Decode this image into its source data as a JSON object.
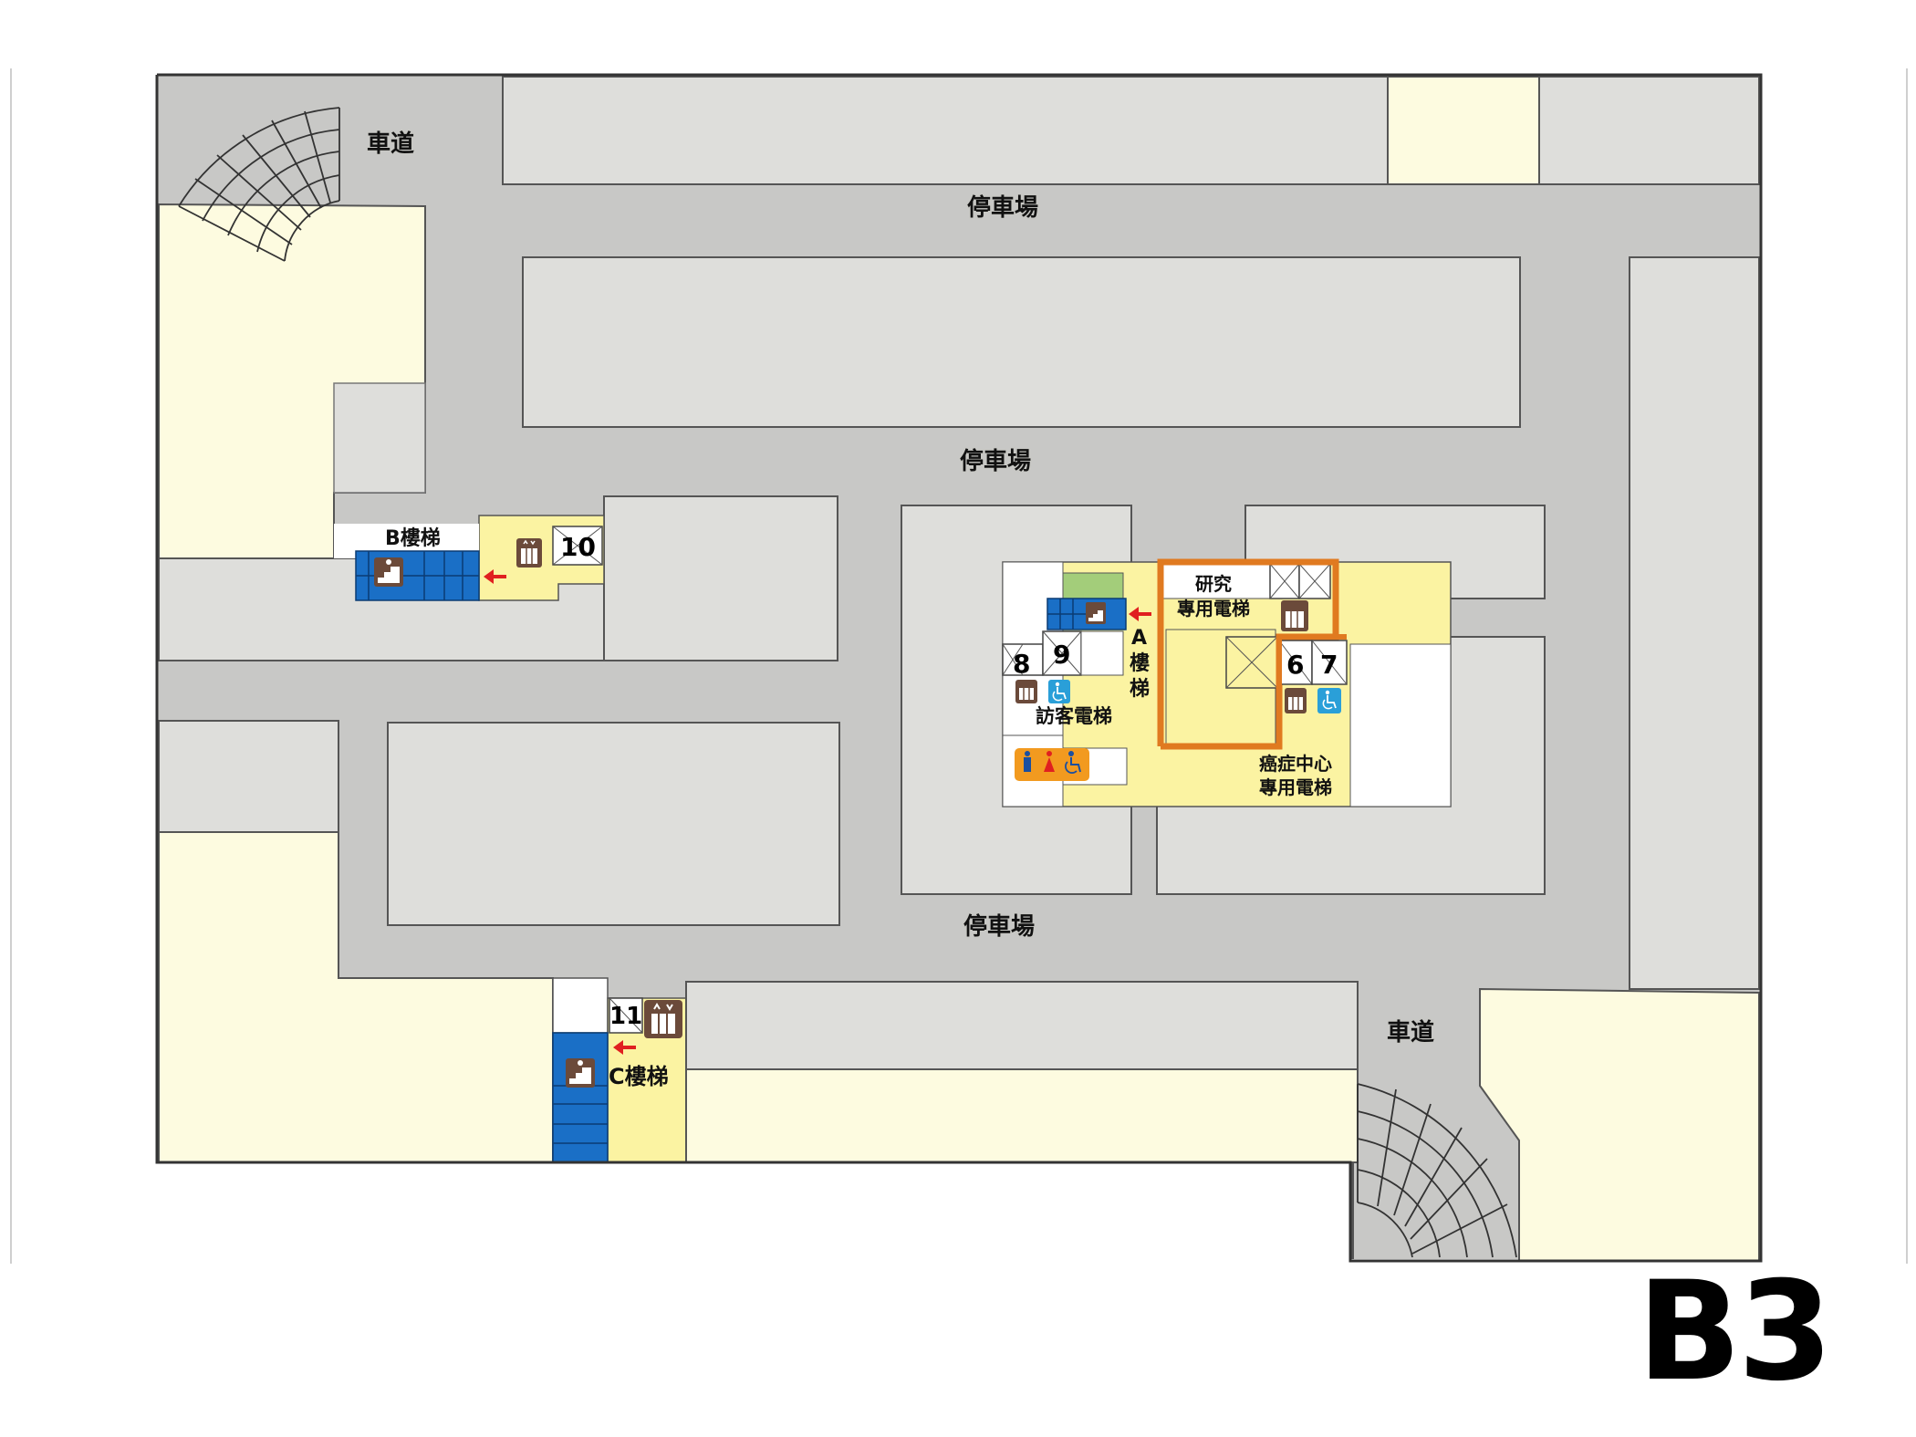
{
  "floor_label": "B3",
  "labels": {
    "driveway_top": "車道",
    "driveway_bottom": "車道",
    "parking_top": "停車場",
    "parking_middle": "停車場",
    "parking_bottom": "停車場",
    "stair_b": "B樓梯",
    "stair_c": "C樓梯",
    "stair_a_1": "A",
    "stair_a_2": "樓",
    "stair_a_3": "梯",
    "visitor_elevator": "訪客電梯",
    "research_1": "研究",
    "research_2": "專用電梯",
    "cancer_1": "癌症中心",
    "cancer_2": "專用電梯"
  },
  "elevators": {
    "e10": "10",
    "e11": "11",
    "e8": "8",
    "e9": "9",
    "e6": "6",
    "e7": "7"
  },
  "colors": {
    "road": "#c8c8c6",
    "block": "#dededb",
    "cream": "#fdfbe0",
    "yellow": "#fbf3a2",
    "stairs": "#1a6fc6",
    "icon_brown": "#6b4a3a",
    "icon_blue": "#2a9fd8",
    "arrow_red": "#e02020",
    "highlight_orange": "#e07a20",
    "green": "#a3cd7a",
    "restroom_orange": "#f29a1f"
  },
  "icons": [
    "elevator-icon",
    "stairs-icon",
    "accessible-icon",
    "restroom-icon",
    "arrow-left-icon",
    "ramp-icon"
  ]
}
